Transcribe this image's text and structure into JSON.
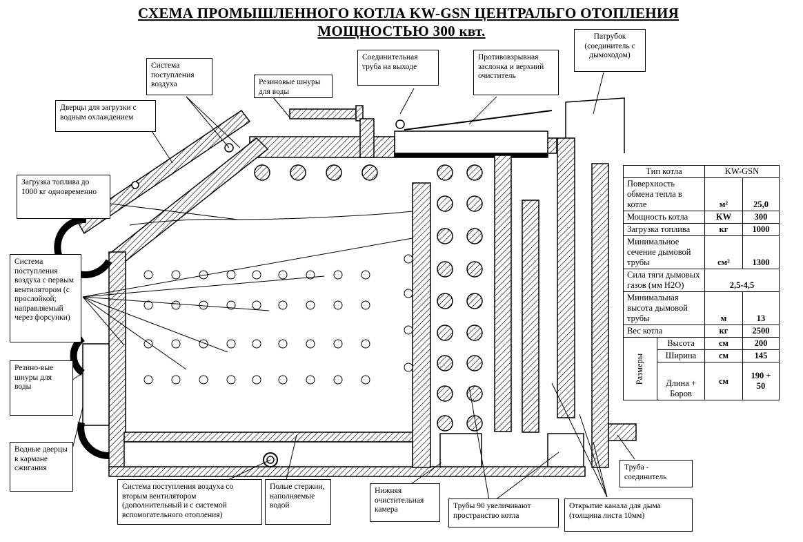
{
  "title": {
    "line1": "СХЕМА ПРОМЫШЛЕННОГО КОТЛА KW-GSN ЦЕНТРАЛЬГО ОТОПЛЕНИЯ",
    "line2": "МОЩНОСТЬЮ 300 квт."
  },
  "callouts": {
    "air_supply_top": "Система поступления воздуха",
    "rubber_cords_top": "Резиновые шнуры для воды",
    "outlet_pipe": "Соединительная труба на выходе",
    "explosion_flap": "Противовзрывная заслонка и верхний очиститель",
    "chimney_nozzle": "Патрубок (соединитель с дымоходом)",
    "loading_doors": "Дверцы для загрузки с водным охлаждением",
    "fuel_loading": "Загрузка топлива до 1000 кг одновременно",
    "air_supply_fan1": "Система поступления воздуха с первым вентилятором (с прослойкой; направляемый через форсунки)",
    "rubber_cords_left": "Резино-вые шнуры для воды",
    "water_doors": "Водные дверцы в кармане сжигания",
    "air_supply_fan2": "Система поступления воздуха со вторым вентилятором (дополнительный и с системой вспомогательного отопления)",
    "hollow_rods": "Полые стержни, наполняемые водой",
    "lower_cleaning": "Нижняя очистительная камера",
    "pipes_90": "Трубы 90 увеличивают пространство котла",
    "smoke_channel": "Открытие канала для дыма (толщина листа 10мм)",
    "connector_pipe": "Труба - соединитель"
  },
  "specs": {
    "header": {
      "label": "Тип котла",
      "value": "KW-GSN"
    },
    "rows": [
      {
        "label": "Поверхность обмена тепла в котле",
        "unit": "м²",
        "value": "25,0"
      },
      {
        "label": "Мощность котла",
        "unit": "KW",
        "value": "300"
      },
      {
        "label": "Загрузка топлива",
        "unit": "кг",
        "value": "1000"
      },
      {
        "label": "Минимальное сечение дымовой трубы",
        "unit": "см²",
        "value": "1300"
      },
      {
        "label": "Сила тяги дымовых газов (мм Н2О)",
        "unit": "",
        "value": "2,5-4,5"
      },
      {
        "label": "Минимальная высота дымовой трубы",
        "unit": "м",
        "value": "13"
      },
      {
        "label": "Вес котла",
        "unit": "кг",
        "value": "2500"
      }
    ],
    "dimensions": {
      "group_label": "Размеры",
      "rows": [
        {
          "label": "Высота",
          "unit": "см",
          "value": "200"
        },
        {
          "label": "Ширина",
          "unit": "см",
          "value": "145"
        },
        {
          "label": "Длина + Боров",
          "unit": "см",
          "value": "190 + 50"
        }
      ]
    }
  }
}
